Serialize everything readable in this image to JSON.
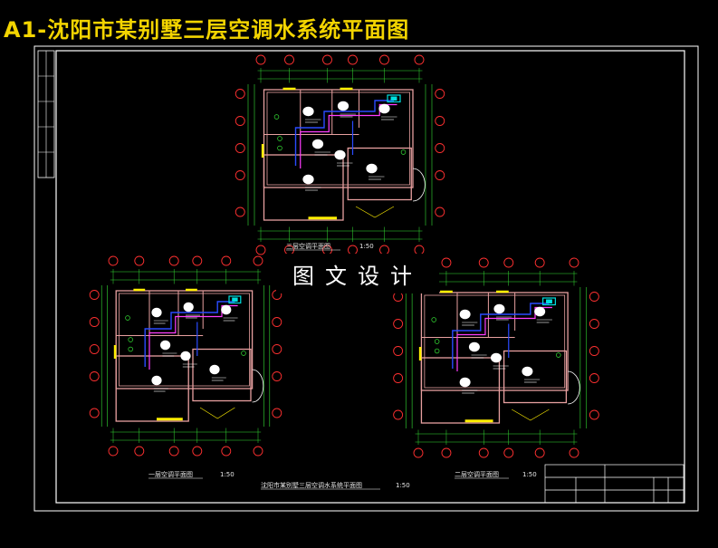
{
  "title": "A1-沈阳市某别墅三层空调水系统平面图",
  "watermark": "图文设计",
  "labels": {
    "third_floor": "三层空调平面图",
    "third_scale": "1:50",
    "first_floor": "一层空调平面图",
    "first_scale": "1:50",
    "main_caption": "沈阳市某别墅三层空调水系统平面图",
    "main_scale": "1:50",
    "second_floor": "二层空调平面图",
    "second_scale": "1:50"
  },
  "colors": {
    "background": "#000000",
    "title": "#f3d400",
    "frame": "#ffffff",
    "wall": "#e8a0a0",
    "dimension": "#35e035",
    "axis_bubble": "#ff3030",
    "pipe_supply": "#2a4bff",
    "pipe_return": "#ff3cff",
    "equipment": "#ffffff",
    "unit": "#00e0e0",
    "window": "#ffee00"
  }
}
